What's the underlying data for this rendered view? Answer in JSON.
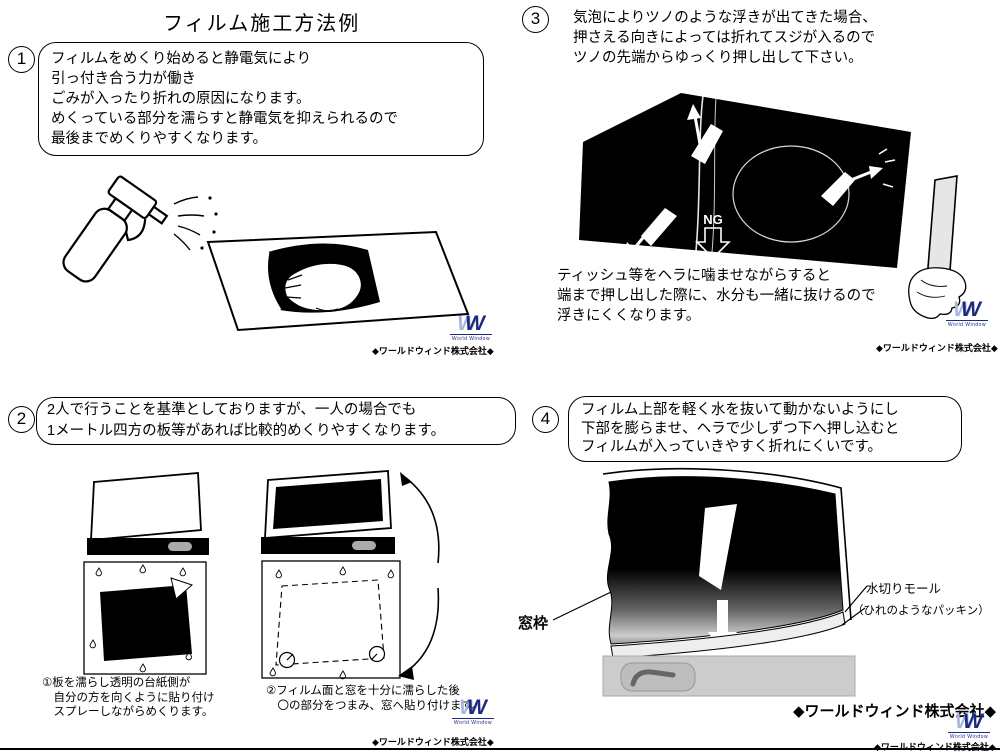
{
  "title": "フィルム施工方法例",
  "credit": "◆ワールドウィンド株式会社◆",
  "logo": {
    "w1": "W",
    "w2": "W",
    "subtext": "World Window",
    "color": "#1b2a7e"
  },
  "sections": {
    "s1": {
      "number": "1",
      "lines": [
        "フィルムをめくり始めると静電気により",
        "引っ付き合う力が働き",
        "ごみが入ったり折れの原因になります。",
        "めくっている部分を濡らすと静電気を抑えられるので",
        "最後までめくりやすくなります。"
      ]
    },
    "s2": {
      "number": "2",
      "lines": [
        "2人で行うことを基準としておりますが、一人の場合でも",
        "1メートル四方の板等があれば比較的めくりやすくなります。"
      ],
      "caption1": [
        "①板を濡らし透明の台紙側が",
        "　自分の方を向くように貼り付け",
        "　スプレーしながらめくります。"
      ],
      "caption2": [
        "②フィルム面と窓を十分に濡らした後",
        "　〇の部分をつまみ、窓へ貼り付けます。"
      ]
    },
    "s3": {
      "number": "3",
      "lines": [
        "気泡によりツノのような浮きが出てきた場合、",
        "押さえる向きによっては折れてスジが入るので",
        "ツノの先端からゆっくり押し出して下さい。"
      ],
      "ng_label": "NG",
      "note": [
        "ティッシュ等をヘラに噛ませながらすると",
        "端まで押し出した際に、水分も一緒に抜けるので",
        "浮きにくくなります。"
      ]
    },
    "s4": {
      "number": "4",
      "lines": [
        "フィルム上部を軽く水を抜いて動かないようにし",
        "下部を膨らませ、ヘラで少しずつ下へ押し込むと",
        "フィルムが入っていきやすく折れにくいです。"
      ],
      "label_window_frame": "窓枠",
      "label_molding": "水切りモール",
      "label_molding_sub": "（ひれのようなパッキン）",
      "company": "◆ワールドウィンド株式会社◆"
    }
  }
}
